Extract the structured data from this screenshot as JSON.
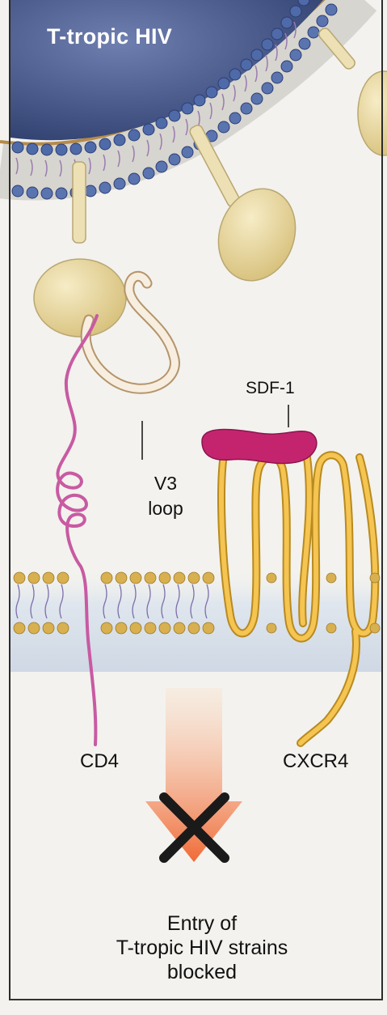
{
  "labels": {
    "virus": "T-tropic HIV",
    "sdf1": "SDF-1",
    "v3_line1": "V3",
    "v3_line2": "loop",
    "cd4": "CD4",
    "cxcr4": "CXCR4"
  },
  "caption": {
    "line1": "Entry of",
    "line2": "T-tropic HIV strains",
    "line3": "blocked"
  },
  "colors": {
    "virus_core": "#4a5a8c",
    "virus_lipid_heads": "#4f6aa8",
    "envelope_protein": "#e8d9a0",
    "cd4": "#d06ab0",
    "cxcr4": "#f0b43a",
    "sdf1": "#c4246e",
    "membrane_heads": "#d8b050",
    "blocked_x": "#1a1a1a",
    "arrow": "#f07a40"
  }
}
